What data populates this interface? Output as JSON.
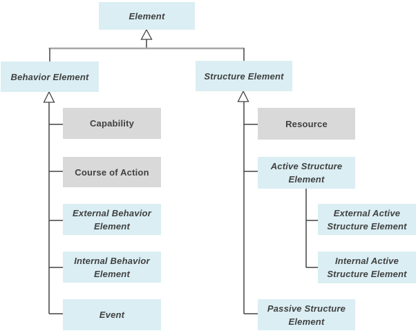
{
  "diagram": {
    "nodes": {
      "element": "Element",
      "behavior_element": "Behavior Element",
      "structure_element": "Structure Element",
      "capability": "Capability",
      "course_of_action": "Course of Action",
      "external_behavior_element": "External Behavior Element",
      "internal_behavior_element": "Internal Behavior Element",
      "event": "Event",
      "resource": "Resource",
      "active_structure_element": "Active Structure Element",
      "external_active_structure_element": "External Active Structure Element",
      "internal_active_structure_element": "Internal Active Structure Element",
      "passive_structure_element": "Passive Structure Element"
    },
    "hierarchy": {
      "Element": [
        "Behavior Element",
        "Structure Element"
      ],
      "Behavior Element": [
        "Capability",
        "Course of Action",
        "External Behavior Element",
        "Internal Behavior Element",
        "Event"
      ],
      "Structure Element": [
        "Resource",
        "Active Structure Element",
        "Passive Structure Element"
      ],
      "Active Structure Element": [
        "External Active Structure Element",
        "Internal Active Structure Element"
      ]
    },
    "edge_type": "generalization (hollow triangle arrowhead points to parent)",
    "colors": {
      "node_blue": "#daeef3",
      "node_gray": "#d9d9d9",
      "text": "#404040",
      "line_dark": "#404040",
      "line_light": "#a6a6a6",
      "background": "#ffffff"
    }
  }
}
